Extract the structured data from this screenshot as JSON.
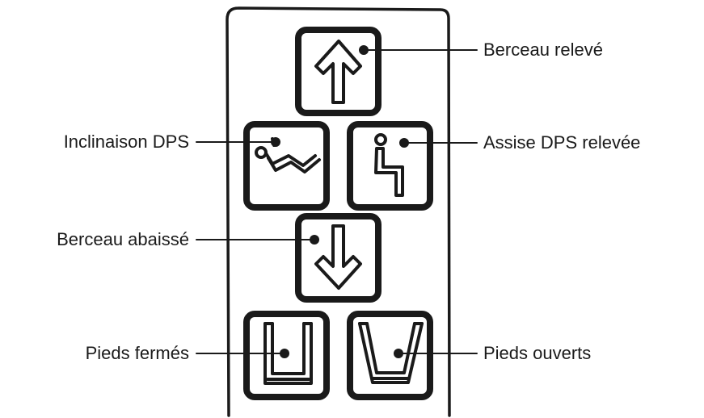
{
  "remote": {
    "buttons": [
      {
        "id": "berceau-releve",
        "label": "Berceau relevé",
        "icon": "arrow-up-icon"
      },
      {
        "id": "inclinaison-dps",
        "label": "Inclinaison DPS",
        "icon": "reclining-person-icon"
      },
      {
        "id": "assise-dps-relevee",
        "label": "Assise DPS relevée",
        "icon": "seated-person-icon"
      },
      {
        "id": "berceau-abaisse",
        "label": "Berceau abaissé",
        "icon": "arrow-down-icon"
      },
      {
        "id": "pieds-fermes",
        "label": "Pieds fermés",
        "icon": "legs-closed-icon"
      },
      {
        "id": "pieds-ouverts",
        "label": "Pieds ouverts",
        "icon": "legs-open-icon"
      }
    ]
  },
  "colors": {
    "stroke": "#1a1a1a",
    "background": "#ffffff"
  }
}
